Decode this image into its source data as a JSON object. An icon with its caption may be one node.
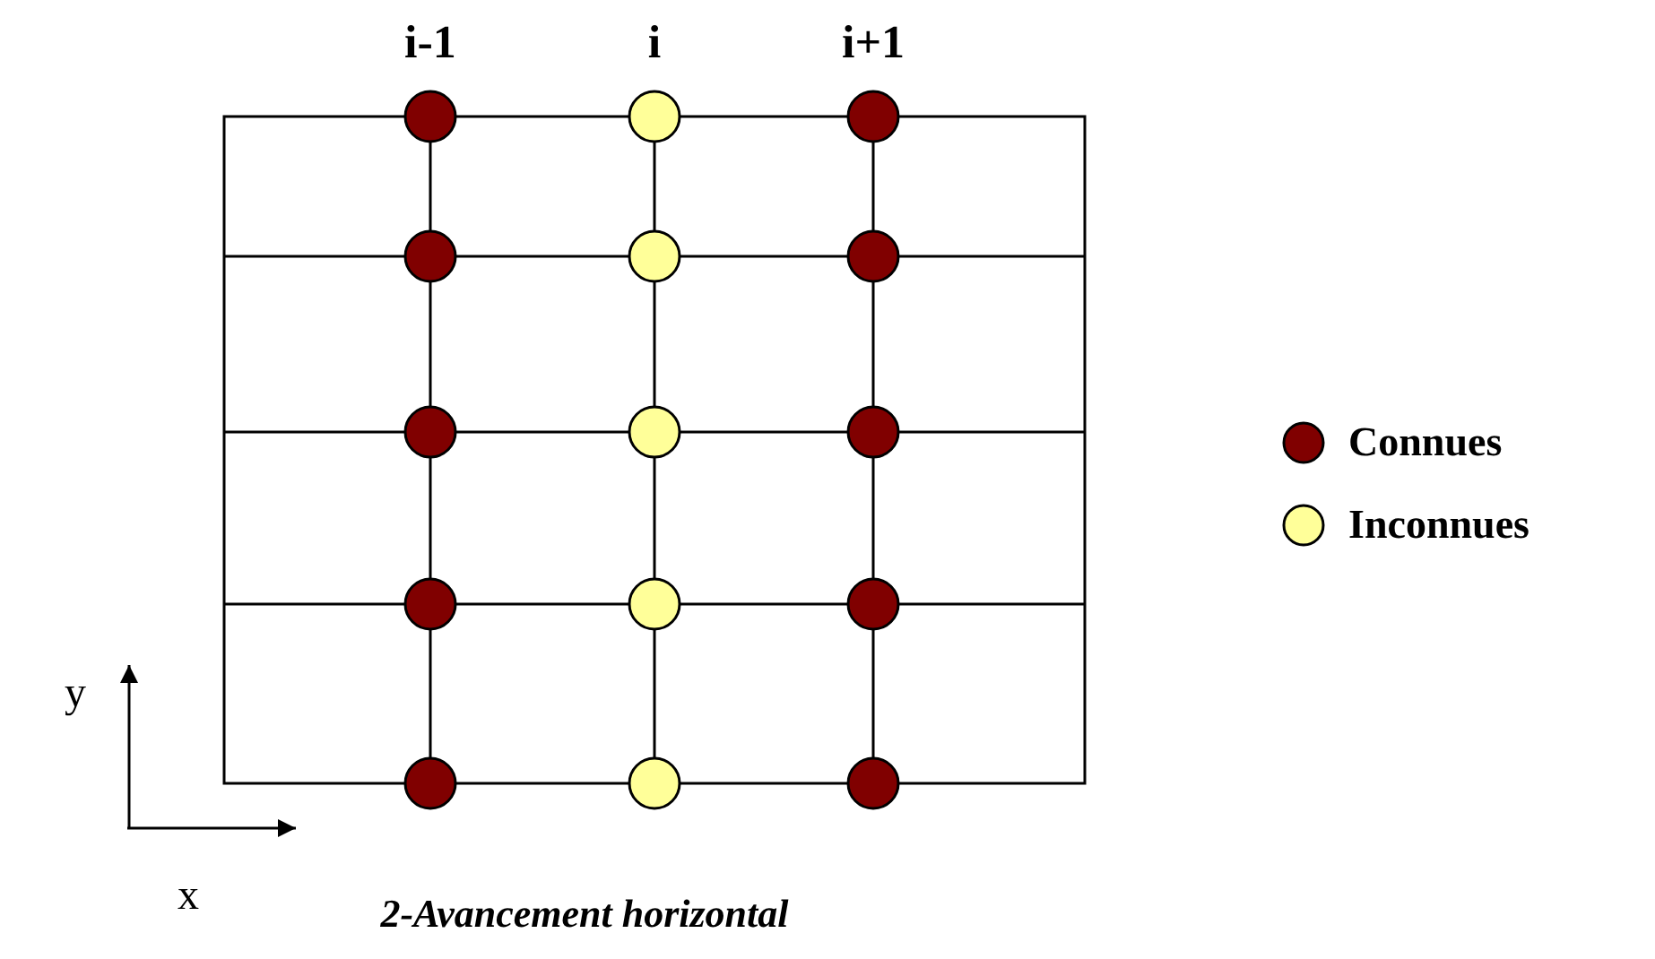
{
  "diagram": {
    "caption": "2-Avancement horizontal",
    "labels": [
      "i-1",
      "i",
      "i+1",
      "y",
      "x"
    ],
    "legend": [
      {
        "text": "Connues",
        "color": "#800000"
      },
      {
        "text": "Inconnues",
        "color": "#ffff99"
      }
    ]
  }
}
